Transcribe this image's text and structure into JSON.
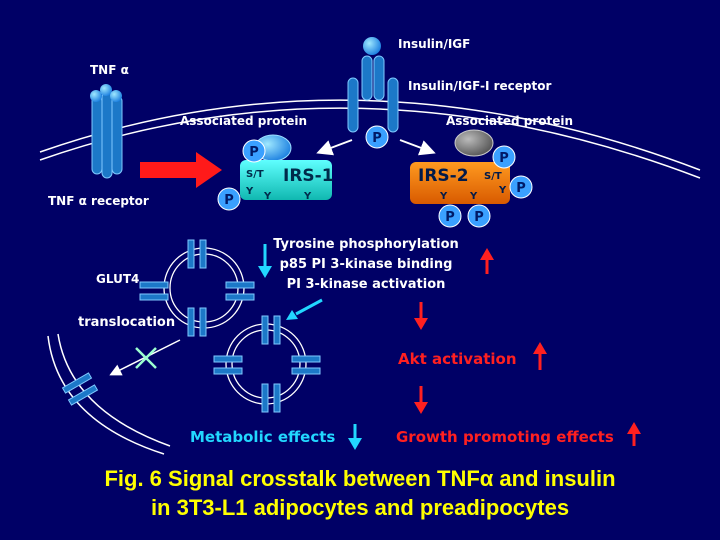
{
  "labels": {
    "tnf_alpha": "TNF α",
    "tnf_receptor": "TNF α receptor",
    "insulin_igf": "Insulin/IGF",
    "insulin_receptor": "Insulin/IGF-I receptor",
    "assoc_left": "Associated protein",
    "assoc_right": "Associated protein",
    "irs1": "IRS-1",
    "irs2": "IRS-2",
    "st": "S/T",
    "y": "Y",
    "p": "P",
    "glut4": "GLUT4",
    "translocation": "translocation",
    "tyr_phos": "Tyrosine phosphorylation",
    "p85": "p85 PI 3-kinase binding",
    "pi3k": "PI 3-kinase activation",
    "akt": "Akt activation",
    "metabolic": "Metabolic effects",
    "growth": "Growth promoting effects"
  },
  "caption": {
    "line1": "Fig. 6 Signal crosstalk between TNFα and insulin",
    "line2": "in 3T3-L1 adipocytes and preadipocytes"
  }
}
